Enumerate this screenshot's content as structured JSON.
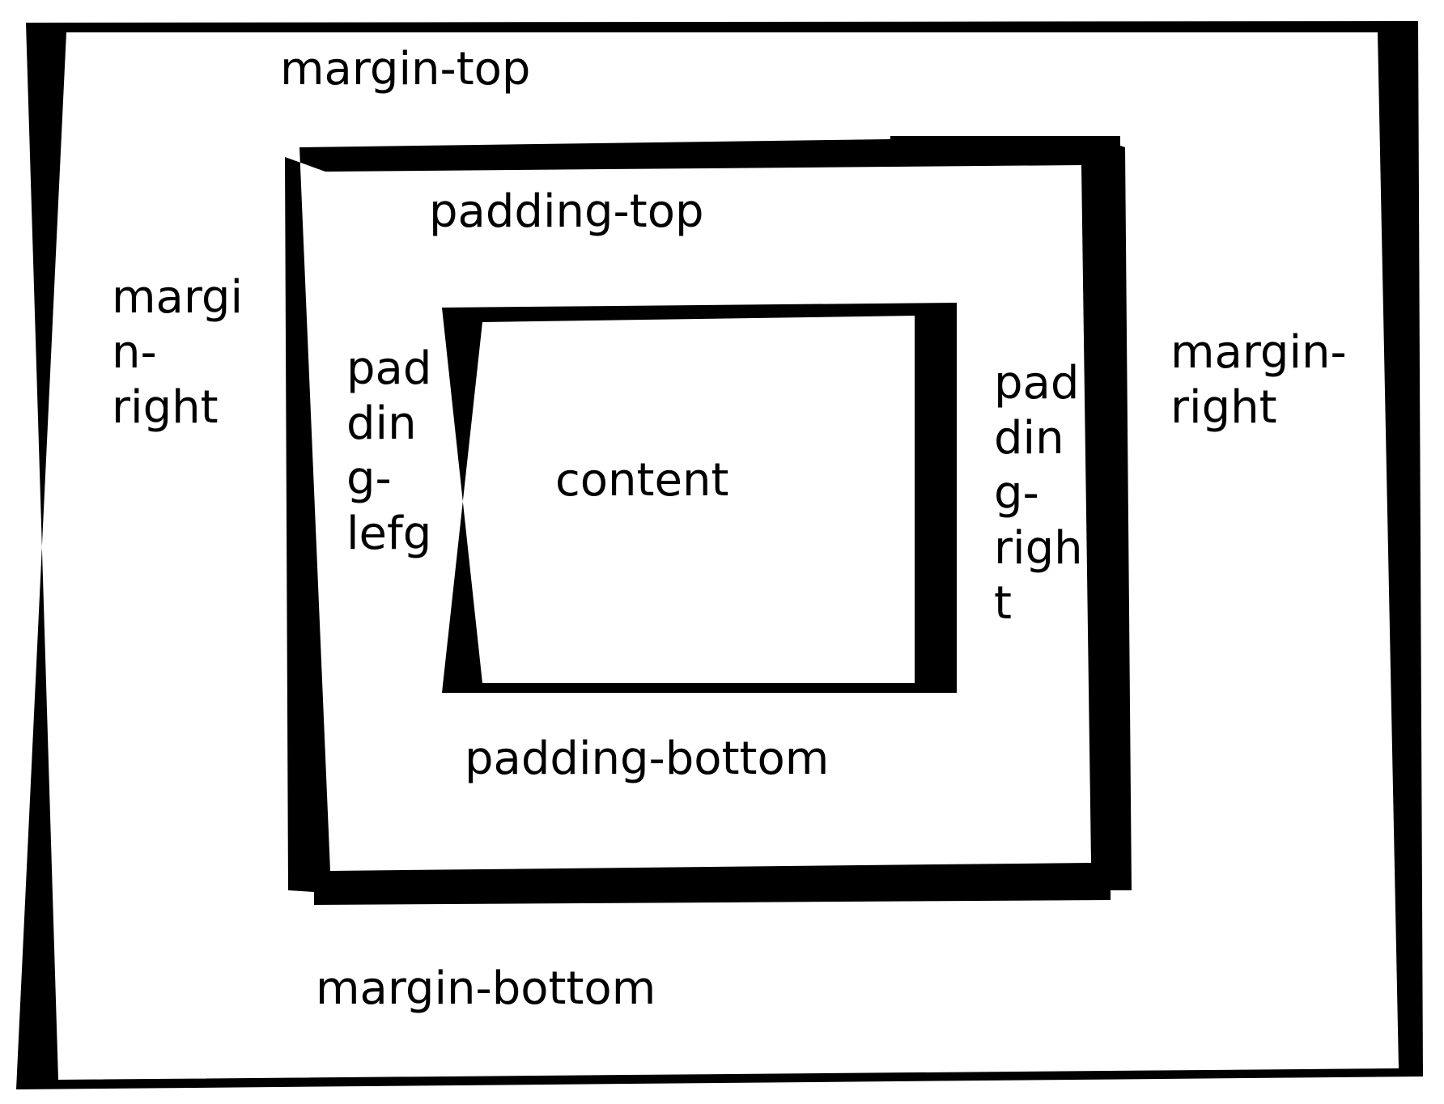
{
  "diagram": {
    "ink_color": "#000000",
    "paper_color": "#ffffff",
    "margin_labels": {
      "top": "margin-top",
      "left": [
        "margi",
        "n-",
        "right"
      ],
      "right": [
        "margin-",
        "right"
      ],
      "bottom": "margin-bottom"
    },
    "padding_labels": {
      "top": "padding-top",
      "left": [
        "pad",
        "din",
        "g-",
        "lefg"
      ],
      "right": [
        "pad",
        "din",
        "g-",
        "righ",
        "t"
      ],
      "bottom": "padding-bottom"
    },
    "content_label": "content"
  }
}
